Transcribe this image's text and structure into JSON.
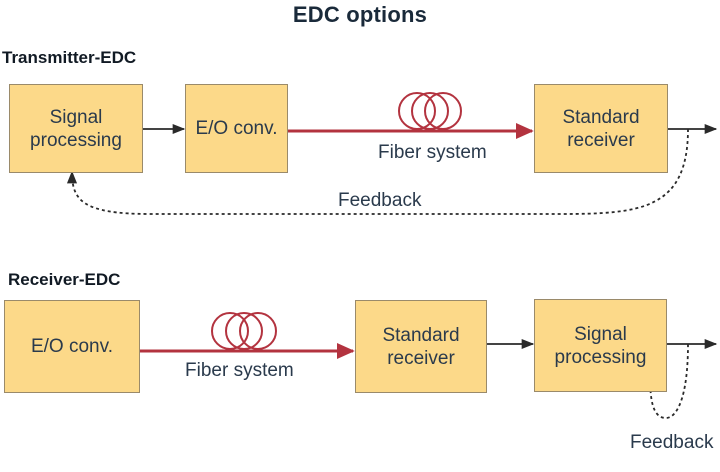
{
  "title": "EDC options",
  "colors": {
    "box_fill": "#fcd989",
    "fiber": "#b3333f",
    "line": "#2a2a2a"
  },
  "transmitter": {
    "label": "Transmitter-EDC",
    "box_signal": "Signal\nprocessing",
    "box_eo": "E/O conv.",
    "box_receiver": "Standard\nreceiver",
    "fiber_caption": "Fiber system",
    "feedback_caption": "Feedback"
  },
  "receiver": {
    "label": "Receiver-EDC",
    "box_eo": "E/O conv.",
    "box_receiver": "Standard\nreceiver",
    "box_signal": "Signal\nprocessing",
    "fiber_caption": "Fiber system",
    "feedback_caption": "Feedback"
  }
}
